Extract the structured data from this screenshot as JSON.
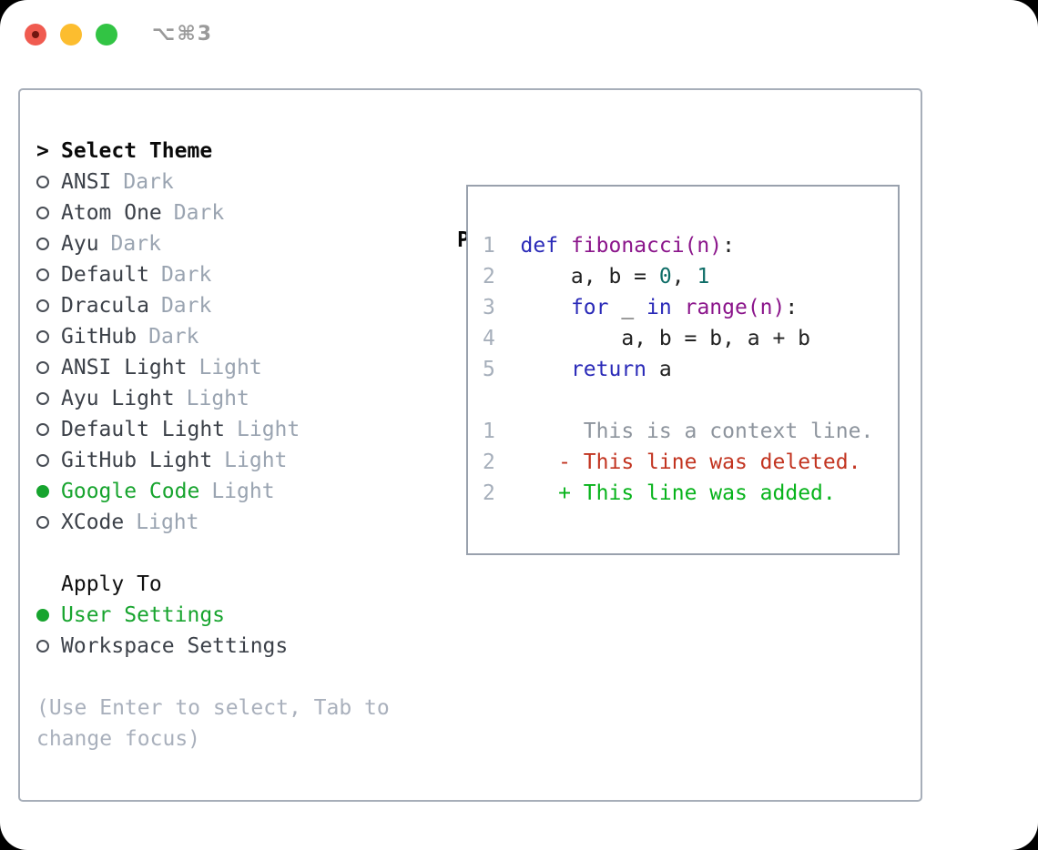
{
  "window": {
    "title": "⌥⌘3",
    "traffic_lights": [
      {
        "name": "close",
        "color": "#f05b50"
      },
      {
        "name": "minimize",
        "color": "#fcbd2f"
      },
      {
        "name": "zoom",
        "color": "#32c444"
      }
    ]
  },
  "colors": {
    "accent_green": "#17a42e",
    "panel_border": "#a7aeb9",
    "preview_border": "#99a1ad",
    "muted_tag": "#9aa4b1",
    "hint_text": "#a9b0bc"
  },
  "theme_selector": {
    "prompt": ">",
    "header": "Select Theme",
    "items": [
      {
        "label": "ANSI",
        "tag": "Dark",
        "selected": false
      },
      {
        "label": "Atom One",
        "tag": "Dark",
        "selected": false
      },
      {
        "label": "Ayu",
        "tag": "Dark",
        "selected": false
      },
      {
        "label": "Default",
        "tag": "Dark",
        "selected": false
      },
      {
        "label": "Dracula",
        "tag": "Dark",
        "selected": false
      },
      {
        "label": "GitHub",
        "tag": "Dark",
        "selected": false
      },
      {
        "label": "ANSI Light",
        "tag": "Light",
        "selected": false
      },
      {
        "label": "Ayu Light",
        "tag": "Light",
        "selected": false
      },
      {
        "label": "Default Light",
        "tag": "Light",
        "selected": false
      },
      {
        "label": "GitHub Light",
        "tag": "Light",
        "selected": false
      },
      {
        "label": "Google Code",
        "tag": "Light",
        "selected": true
      },
      {
        "label": "XCode",
        "tag": "Light",
        "selected": false
      }
    ],
    "apply_header": "Apply To",
    "apply_items": [
      {
        "label": "User Settings",
        "selected": true
      },
      {
        "label": "Workspace Settings",
        "selected": false
      }
    ],
    "hint_lines": [
      "(Use Enter to select, Tab to",
      "change focus)"
    ]
  },
  "preview": {
    "title": "Preview",
    "palette": {
      "lineno": "#a6afbb",
      "keyword": "#2a2ab8",
      "function": "#8b158b",
      "number": "#0e6d67",
      "plain": "#222222",
      "context": "#8d949d",
      "deleted": "#c23420",
      "added": "#07b31b"
    },
    "lines": [
      {
        "num": "1",
        "segments": [
          {
            "t": "1  ",
            "c": "lineno"
          },
          {
            "t": "def",
            "c": "keyword"
          },
          {
            "t": " ",
            "c": "plain"
          },
          {
            "t": "fibonacci(n)",
            "c": "function"
          },
          {
            "t": ":",
            "c": "plain"
          }
        ]
      },
      {
        "num": "2",
        "segments": [
          {
            "t": "2  ",
            "c": "lineno"
          },
          {
            "t": "    a, b = ",
            "c": "plain"
          },
          {
            "t": "0",
            "c": "number"
          },
          {
            "t": ", ",
            "c": "plain"
          },
          {
            "t": "1",
            "c": "number"
          }
        ]
      },
      {
        "num": "3",
        "segments": [
          {
            "t": "3  ",
            "c": "lineno"
          },
          {
            "t": "    ",
            "c": "plain"
          },
          {
            "t": "for",
            "c": "keyword"
          },
          {
            "t": " _ ",
            "c": "plain"
          },
          {
            "t": "in",
            "c": "keyword"
          },
          {
            "t": " ",
            "c": "plain"
          },
          {
            "t": "range(n)",
            "c": "function"
          },
          {
            "t": ":",
            "c": "plain"
          }
        ]
      },
      {
        "num": "4",
        "segments": [
          {
            "t": "4  ",
            "c": "lineno"
          },
          {
            "t": "        a, b = b, a + b",
            "c": "plain"
          }
        ]
      },
      {
        "num": "5",
        "segments": [
          {
            "t": "5  ",
            "c": "lineno"
          },
          {
            "t": "    ",
            "c": "plain"
          },
          {
            "t": "return",
            "c": "keyword"
          },
          {
            "t": " a",
            "c": "plain"
          }
        ]
      },
      {
        "num": "",
        "segments": []
      },
      {
        "num": "1",
        "segments": [
          {
            "t": "1  ",
            "c": "lineno"
          },
          {
            "t": "     This is a context line.",
            "c": "context"
          }
        ]
      },
      {
        "num": "2",
        "segments": [
          {
            "t": "2  ",
            "c": "lineno"
          },
          {
            "t": "   ",
            "c": "plain"
          },
          {
            "t": "- This line was deleted.",
            "c": "deleted"
          }
        ]
      },
      {
        "num": "2",
        "segments": [
          {
            "t": "2  ",
            "c": "lineno"
          },
          {
            "t": "   ",
            "c": "plain"
          },
          {
            "t": "+ This line was added.",
            "c": "added"
          }
        ]
      }
    ]
  }
}
